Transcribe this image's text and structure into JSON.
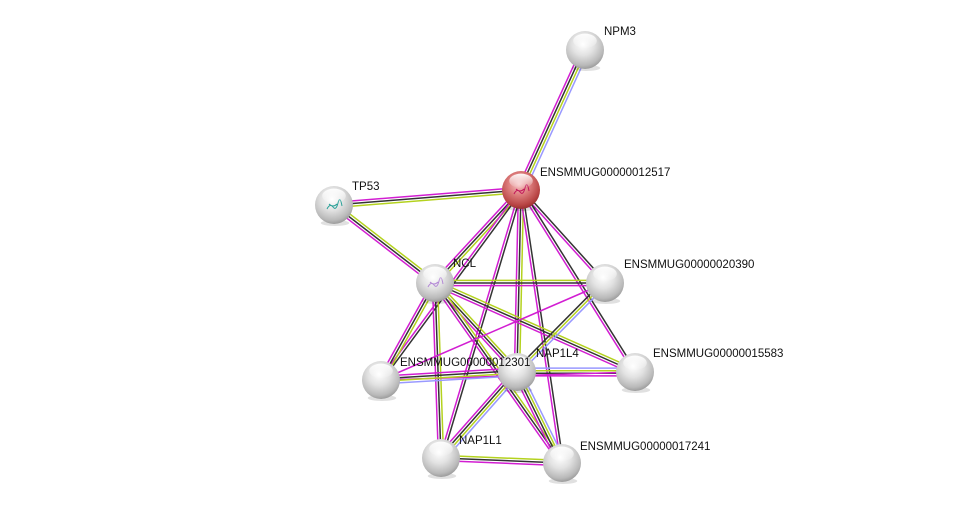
{
  "network": {
    "evidence_colors": {
      "experiments": "#d21ed2",
      "coexpression": "#333333",
      "textmining": "#b4d21e",
      "database": "#9999ff"
    },
    "nodes": [
      {
        "id": "NPM3",
        "label": "NPM3",
        "query": false
      },
      {
        "id": "ENSMMUG00000012517",
        "label": "ENSMMUG00000012517",
        "query": true
      },
      {
        "id": "TP53",
        "label": "TP53",
        "query": false,
        "has_structure": true
      },
      {
        "id": "NCL",
        "label": "NCL",
        "query": false,
        "has_structure": true
      },
      {
        "id": "ENSMMUG00000020390",
        "label": "ENSMMUG00000020390",
        "query": false
      },
      {
        "id": "ENSMMUG00000015583",
        "label": "ENSMMUG00000015583",
        "query": false
      },
      {
        "id": "NAP1L4",
        "label": "NAP1L4",
        "query": false
      },
      {
        "id": "ENSMMUG00000012301",
        "label": "ENSMMUG00000012301",
        "query": false
      },
      {
        "id": "NAP1L1",
        "label": "NAP1L1",
        "query": false
      },
      {
        "id": "ENSMMUG00000017241",
        "label": "ENSMMUG00000017241",
        "query": false
      }
    ],
    "edges": [
      {
        "source": "ENSMMUG00000012517",
        "target": "NPM3",
        "evidence": [
          "experiments",
          "coexpression",
          "textmining",
          "database"
        ]
      },
      {
        "source": "ENSMMUG00000012517",
        "target": "TP53",
        "evidence": [
          "textmining",
          "coexpression",
          "experiments"
        ]
      },
      {
        "source": "ENSMMUG00000012517",
        "target": "NCL",
        "evidence": [
          "textmining",
          "coexpression",
          "experiments"
        ]
      },
      {
        "source": "ENSMMUG00000012517",
        "target": "ENSMMUG00000020390",
        "evidence": [
          "coexpression",
          "experiments"
        ]
      },
      {
        "source": "ENSMMUG00000012517",
        "target": "ENSMMUG00000015583",
        "evidence": [
          "coexpression",
          "experiments"
        ]
      },
      {
        "source": "ENSMMUG00000012517",
        "target": "NAP1L4",
        "evidence": [
          "textmining",
          "coexpression",
          "experiments"
        ]
      },
      {
        "source": "ENSMMUG00000012517",
        "target": "ENSMMUG00000012301",
        "evidence": [
          "coexpression",
          "experiments"
        ]
      },
      {
        "source": "ENSMMUG00000012517",
        "target": "NAP1L1",
        "evidence": [
          "coexpression",
          "experiments"
        ]
      },
      {
        "source": "ENSMMUG00000012517",
        "target": "ENSMMUG00000017241",
        "evidence": [
          "coexpression",
          "experiments"
        ]
      },
      {
        "source": "TP53",
        "target": "NCL",
        "evidence": [
          "textmining",
          "coexpression",
          "experiments"
        ]
      },
      {
        "source": "NCL",
        "target": "ENSMMUG00000020390",
        "evidence": [
          "textmining",
          "coexpression",
          "experiments"
        ]
      },
      {
        "source": "NCL",
        "target": "ENSMMUG00000015583",
        "evidence": [
          "textmining",
          "coexpression",
          "experiments"
        ]
      },
      {
        "source": "NCL",
        "target": "NAP1L4",
        "evidence": [
          "textmining",
          "coexpression",
          "experiments"
        ]
      },
      {
        "source": "NCL",
        "target": "ENSMMUG00000012301",
        "evidence": [
          "textmining",
          "coexpression",
          "experiments"
        ]
      },
      {
        "source": "NCL",
        "target": "NAP1L1",
        "evidence": [
          "textmining",
          "coexpression",
          "experiments"
        ]
      },
      {
        "source": "NCL",
        "target": "ENSMMUG00000017241",
        "evidence": [
          "textmining",
          "coexpression",
          "experiments"
        ]
      },
      {
        "source": "ENSMMUG00000020390",
        "target": "NAP1L4",
        "evidence": [
          "database",
          "textmining",
          "coexpression"
        ]
      },
      {
        "source": "ENSMMUG00000020390",
        "target": "ENSMMUG00000012301",
        "evidence": [
          "experiments"
        ]
      },
      {
        "source": "NAP1L4",
        "target": "ENSMMUG00000015583",
        "evidence": [
          "database",
          "textmining",
          "coexpression",
          "experiments"
        ]
      },
      {
        "source": "ENSMMUG00000012301",
        "target": "ENSMMUG00000015583",
        "evidence": [
          "experiments"
        ]
      },
      {
        "source": "NAP1L4",
        "target": "ENSMMUG00000012301",
        "evidence": [
          "database",
          "textmining",
          "coexpression",
          "experiments"
        ]
      },
      {
        "source": "NAP1L4",
        "target": "NAP1L1",
        "evidence": [
          "database",
          "textmining",
          "coexpression",
          "experiments"
        ]
      },
      {
        "source": "NAP1L4",
        "target": "ENSMMUG00000017241",
        "evidence": [
          "database",
          "textmining",
          "coexpression",
          "experiments"
        ]
      },
      {
        "source": "NAP1L1",
        "target": "ENSMMUG00000017241",
        "evidence": [
          "textmining",
          "coexpression",
          "experiments"
        ]
      }
    ]
  }
}
